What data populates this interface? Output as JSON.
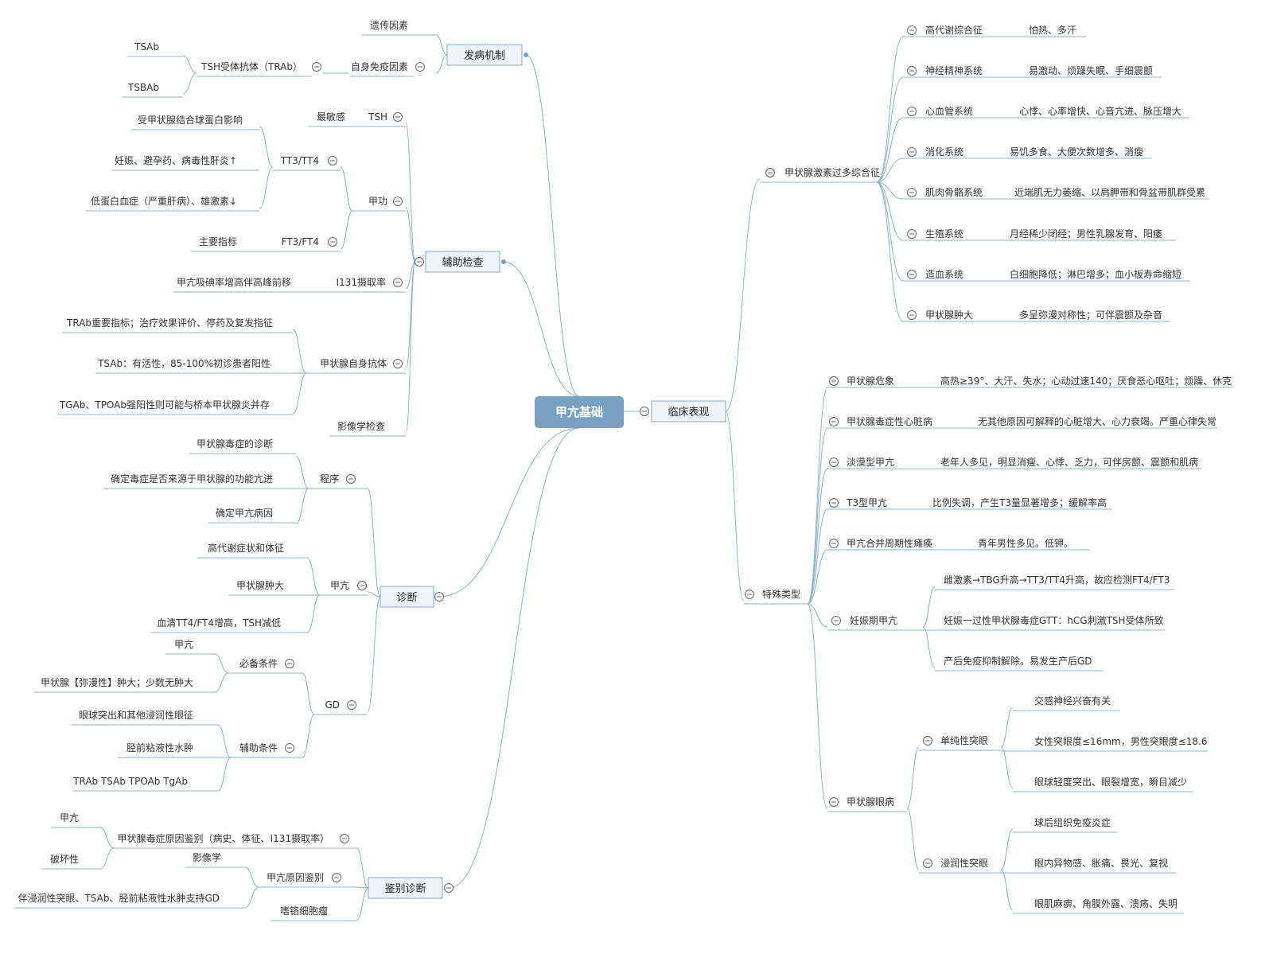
{
  "colors": {
    "root_fill": "#7aa2c0",
    "line": "#8fb0c8",
    "box_fill": "#eef3f8",
    "box_stroke": "#8aa9c2"
  },
  "root": "甲亢基础",
  "branches": {
    "fbjz": "发病机制",
    "fbjz_yc": "遗传因素",
    "fbjz_zs": "自身免疫因素",
    "fbjz_trab": "TSH受体抗体（TRAb）",
    "fbjz_tsab": "TSAb",
    "fbjz_tsbab": "TSBAb",
    "fzjc": "辅助检查",
    "fzjc_tsh": "TSH",
    "fzjc_tsh_note": "最敏感",
    "fzjc_jg": "甲功",
    "fzjc_tt": "TT3/TT4",
    "fzjc_tt_1": "受甲状腺结合球蛋白影响",
    "fzjc_tt_2": "妊娠、避孕药、病毒性肝炎↑",
    "fzjc_tt_3": "低蛋白血症（严重肝病）、雄激素↓",
    "fzjc_ft": "FT3/FT4",
    "fzjc_ft_note": "主要指标",
    "fzjc_i131": "I131摄取率",
    "fzjc_i131_note": "甲亢吸碘率增高伴高峰前移",
    "fzjc_zskt": "甲状腺自身抗体",
    "fzjc_zskt_1": "TRAb重要指标；治疗效果评价、停药及复发指征",
    "fzjc_zskt_2": "TSAb：有活性，85-100%初诊患者阳性",
    "fzjc_zskt_3": "TGAb、TPOAb强阳性则可能与桥本甲状腺炎并存",
    "fzjc_yxx": "影像学检查",
    "zd": "诊断",
    "zd_cx": "程序",
    "zd_cx_1": "甲状腺毒症的诊断",
    "zd_cx_2": "确定毒症是否来源于甲状腺的功能亢进",
    "zd_cx_3": "确定甲亢病因",
    "zd_jk": "甲亢",
    "zd_jk_1": "高代谢症状和体征",
    "zd_jk_2": "甲状腺肿大",
    "zd_jk_3": "血清TT4/FT4增高，TSH减低",
    "zd_gd": "GD",
    "zd_bb": "必备条件",
    "zd_bb_1": "甲亢",
    "zd_bb_2": "甲状腺【弥漫性】肿大；少数无肿大",
    "zd_fz": "辅助条件",
    "zd_fz_1": "眼球突出和其他浸润性眼征",
    "zd_fz_2": "胫前粘液性水肿",
    "zd_fz_3": "TRAb TSAb TPOAb TgAb",
    "jbzd": "鉴别诊断",
    "jb_dz": "甲状腺毒症原因鉴别（病史、体征、I131摄取率）",
    "jb_dz_1": "甲亢",
    "jb_dz_2": "破坏性",
    "jb_yy": "甲亢原因鉴别",
    "jb_yy_1": "影像学",
    "jb_yy_2": "伴浸润性突眼、TSAb、胫前粘液性水肿支持GD",
    "jb_sg": "嗜铬细胞瘤",
    "lcbx": "临床表现",
    "lc_gd": "甲状腺激素过多综合征",
    "lc_gd_1": "高代谢综合征",
    "lc_gd_1v": "怕热、多汗",
    "lc_gd_2": "神经精神系统",
    "lc_gd_2v": "易激动、烦躁失眠、手细震颤",
    "lc_gd_3": "心血管系统",
    "lc_gd_3v": "心悸、心率增快、心音亢进、脉压增大",
    "lc_gd_4": "消化系统",
    "lc_gd_4v": "易饥多食、大便次数增多、消瘦",
    "lc_gd_5": "肌肉骨骼系统",
    "lc_gd_5v": "近端肌无力萎缩、以肩胛带和骨盆带肌群受累",
    "lc_gd_6": "生殖系统",
    "lc_gd_6v": "月经稀少闭经；男性乳腺发育、阳痿",
    "lc_gd_7": "造血系统",
    "lc_gd_7v": "白细胞降低；淋巴增多；血小板寿命缩短",
    "lc_gd_8": "甲状腺肿大",
    "lc_gd_8v": "多呈弥漫对称性；可伴震颤及杂音",
    "lc_ts": "特殊类型",
    "lc_ts_1": "甲状腺危象",
    "lc_ts_1v": "高热≥39°、大汗、失水；心动过速140；厌食恶心呕吐；烦躁、休克",
    "lc_ts_2": "甲状腺毒症性心脏病",
    "lc_ts_2v": "无其他原因可解释的心脏增大、心力衰竭。严重心律失常",
    "lc_ts_3": "淡漠型甲亢",
    "lc_ts_3v": "老年人多见，明显消瘦、心悸、乏力，可伴房颤、震颤和肌病",
    "lc_ts_4": "T3型甲亢",
    "lc_ts_4v": "比例失调，产生T3量显著增多；缓解率高",
    "lc_ts_5": "甲亢合并周期性瘫痪",
    "lc_ts_5v": "青年男性多见。低钾。",
    "lc_ts_6": "妊娠期甲亢",
    "lc_ts_6a": "雌激素→TBG升高→TT3/TT4升高，故应检测FT4/FT3",
    "lc_ts_6b": "妊娠一过性甲状腺毒症GTT：hCG刺激TSH受体所致",
    "lc_ts_6c": "产后免疫抑制解除。易发生产后GD",
    "lc_ts_7": "甲状腺眼病",
    "lc_ts_7a": "单纯性突眼",
    "lc_ts_7a1": "交感神经兴奋有关",
    "lc_ts_7a2": "女性突眼度≤16mm，男性突眼度≤18.6",
    "lc_ts_7a3": "眼球轻度突出、眼裂增宽，瞬目减少",
    "lc_ts_7b": "浸润性突眼",
    "lc_ts_7b1": "球后组织免疫炎症",
    "lc_ts_7b2": "眼内异物感、胀痛、畏光、复视",
    "lc_ts_7b3": "眼肌麻痹、角膜外露、溃疡、失明"
  }
}
